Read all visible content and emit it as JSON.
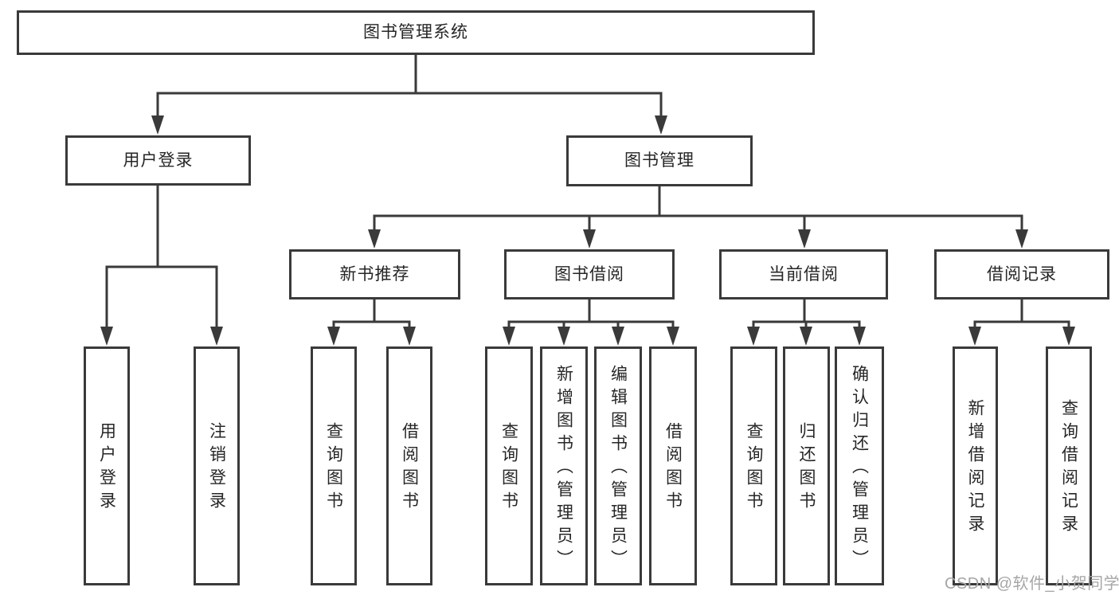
{
  "diagram": {
    "root": {
      "label": "图书管理系统"
    },
    "branches": [
      {
        "label": "用户登录",
        "children": [
          {
            "label": "用户登录"
          },
          {
            "label": "注销登录"
          }
        ]
      },
      {
        "label": "图书管理",
        "children": [
          {
            "label": "新书推荐",
            "children": [
              {
                "label": "查询图书"
              },
              {
                "label": "借阅图书"
              }
            ]
          },
          {
            "label": "图书借阅",
            "children": [
              {
                "label": "查询图书"
              },
              {
                "label": "新增图书（管理员）"
              },
              {
                "label": "编辑图书（管理员）"
              },
              {
                "label": "借阅图书"
              }
            ]
          },
          {
            "label": "当前借阅",
            "children": [
              {
                "label": "查询图书"
              },
              {
                "label": "归还图书"
              },
              {
                "label": "确认归还（管理员）"
              }
            ]
          },
          {
            "label": "借阅记录",
            "children": [
              {
                "label": "新增借阅记录"
              },
              {
                "label": "查询借阅记录"
              }
            ]
          }
        ]
      }
    ]
  },
  "watermark": {
    "text": "CSDN @软件_小贺同学"
  },
  "colors": {
    "line": "#3a3a3a",
    "text": "#262626",
    "watermark": "#a6a6a6",
    "background": "#ffffff"
  }
}
